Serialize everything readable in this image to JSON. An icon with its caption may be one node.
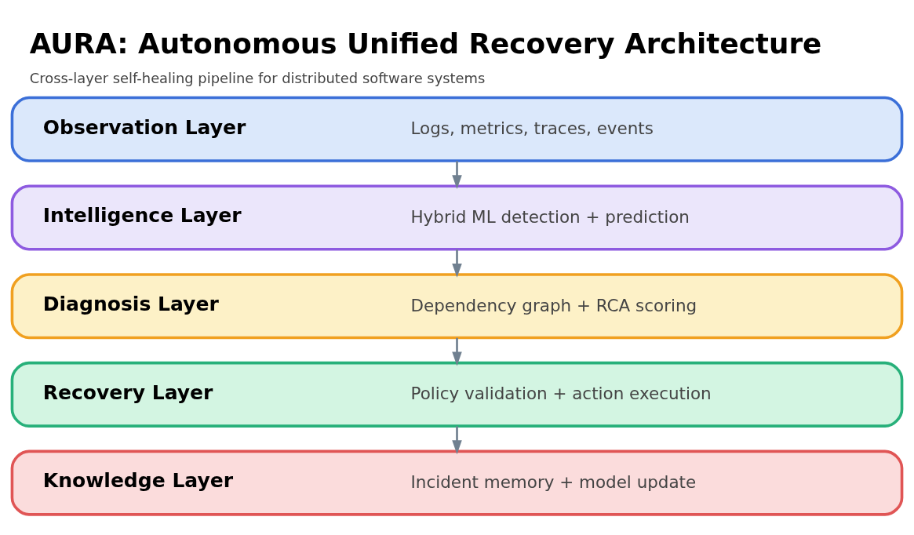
{
  "diagram": {
    "title": "AURA: Autonomous Unified Recovery Architecture",
    "caption": "Cross-layer self-healing pipeline for distributed software systems",
    "nodes": [
      {
        "text": [
          "Observation Layer",
          "Logs, metrics, traces, events"
        ]
      },
      {
        "text": [
          "Intelligence Layer",
          "Hybrid ML detection + prediction"
        ]
      },
      {
        "text": [
          "Diagnosis Layer",
          "Dependency graph + RCA scoring"
        ]
      },
      {
        "text": [
          "Recovery Layer",
          "Policy validation + action execution"
        ]
      },
      {
        "text": [
          "Knowledge Layer",
          "Incident memory + model update"
        ]
      }
    ],
    "edges": [
      {
        "from": 0,
        "to": 1,
        "arrow": "to"
      },
      {
        "from": 1,
        "to": 2,
        "arrow": "to"
      },
      {
        "from": 2,
        "to": 3,
        "arrow": "to"
      },
      {
        "from": 3,
        "to": 4,
        "arrow": "to"
      }
    ]
  }
}
